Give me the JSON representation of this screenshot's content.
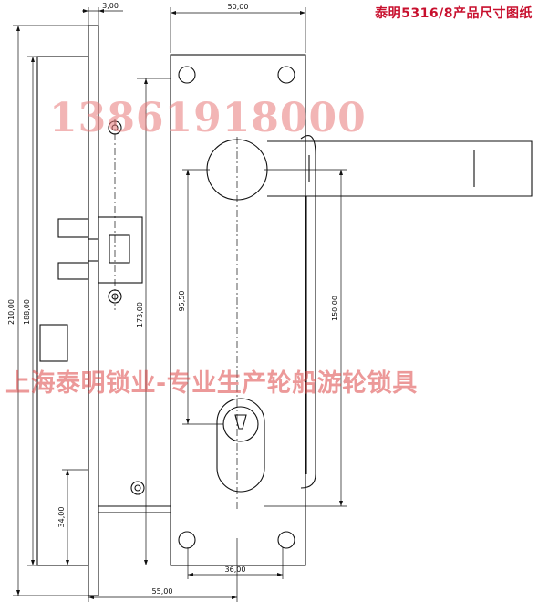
{
  "title": "泰明5316/8产品尺寸图纸",
  "watermarks": {
    "phone": "13861918000",
    "company": "上海泰明锁业-专业生产轮船游轮锁具"
  },
  "dimensions": {
    "plate_thickness": "3,00",
    "escutcheon_width": "50,00",
    "plate_height": "210,00",
    "plate_inner": "188,00",
    "hub_to_bottom": "173,00",
    "hub_to_cylinder": "95,50",
    "escutcheon_height": "150,00",
    "lower_hole": "34,00",
    "backset": "55,00",
    "cylinder_width": "36,00"
  },
  "colors": {
    "title": "#c8102e",
    "line": "#111111",
    "watermark": "#e87878"
  }
}
